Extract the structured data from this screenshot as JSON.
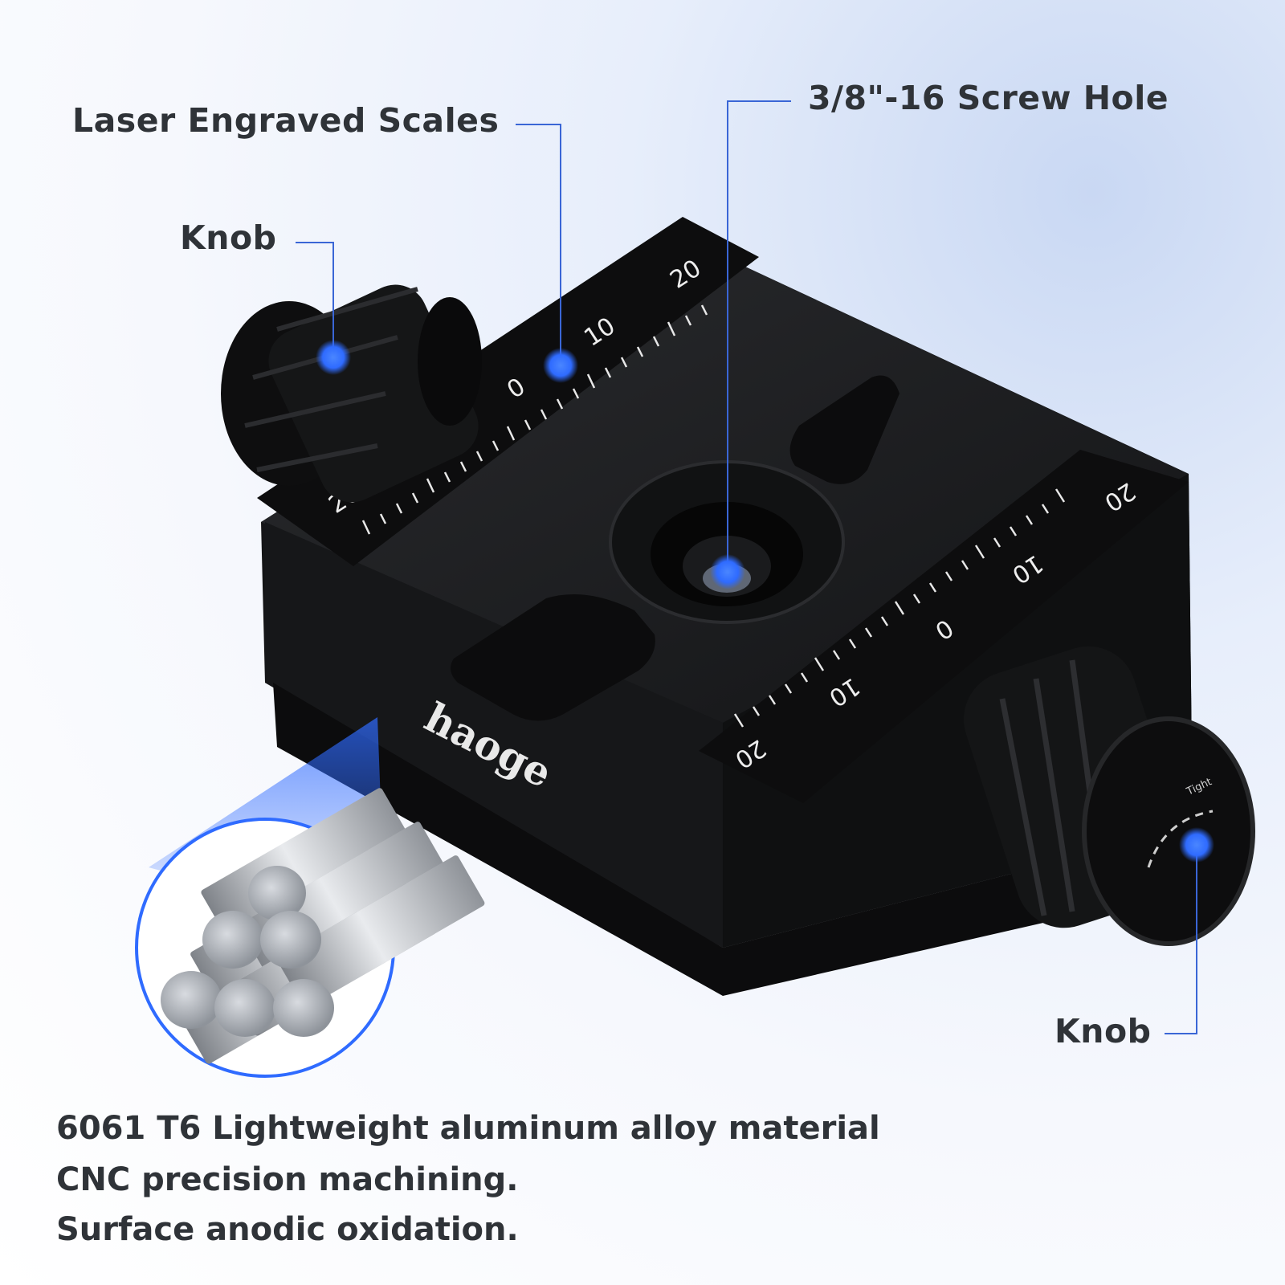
{
  "callouts": {
    "scales": "Laser Engraved Scales",
    "knob_top": "Knob",
    "screw_hole": "3/8\"-16 Screw Hole",
    "knob_bottom": "Knob"
  },
  "material": {
    "line1": "6061 T6 Lightweight aluminum alloy material",
    "line2": "CNC precision machining.",
    "line3": "Surface anodic oxidation."
  },
  "product": {
    "brand_logo": "haoge",
    "knob_engraving": "Tight",
    "scale_left_ticks": [
      "20",
      "10",
      "0",
      "10",
      "20"
    ],
    "scale_right_ticks": [
      "20",
      "10",
      "0",
      "10",
      "20"
    ]
  },
  "colors": {
    "accent": "#2f6bff",
    "leader_line": "#3a66d6",
    "text": "#2f3338",
    "body": "#1b1c1e"
  },
  "icons": [
    "marker-dot-icon",
    "aluminum-rods-icon"
  ]
}
